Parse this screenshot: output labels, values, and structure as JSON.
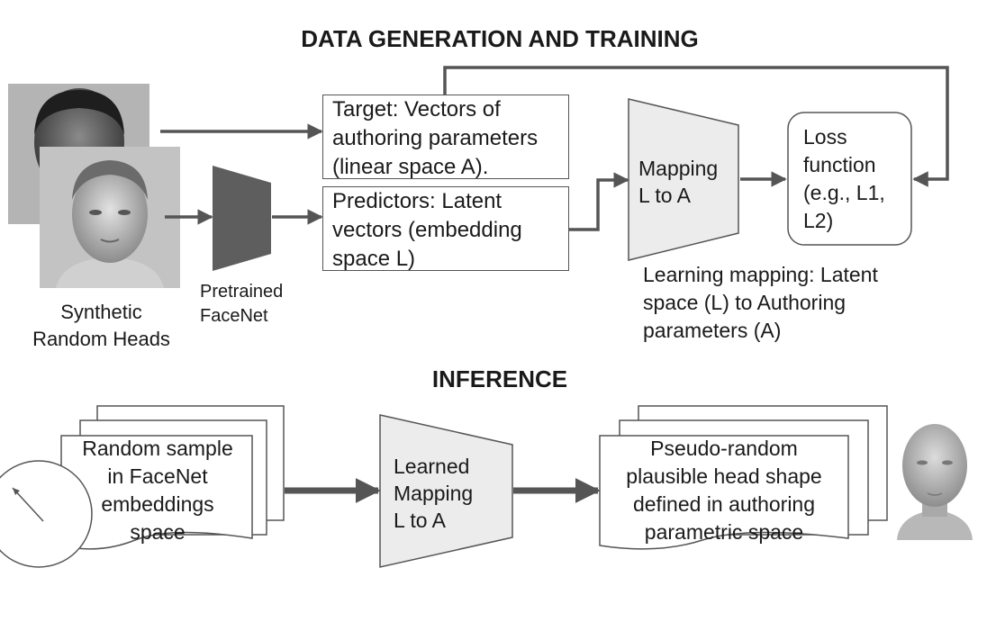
{
  "training": {
    "title": "DATA GENERATION AND TRAINING",
    "heads_caption": [
      "Synthetic",
      "Random Heads"
    ],
    "facenet_caption": [
      "Pretrained",
      "FaceNet"
    ],
    "target_box": [
      "Target: Vectors of",
      "authoring parameters",
      "(linear space A)."
    ],
    "predictors_box": [
      "Predictors: Latent",
      "vectors (embedding",
      "space L)"
    ],
    "mapping_block": [
      "Mapping",
      "L to A"
    ],
    "loss_box": [
      "Loss",
      "function",
      "(e.g., L1,",
      "L2)"
    ],
    "learning_caption": [
      "Learning mapping: Latent",
      "space (L) to Authoring",
      "parameters (A)"
    ]
  },
  "inference": {
    "title": "INFERENCE",
    "random_sample": [
      "Random sample",
      "in FaceNet",
      "embeddings",
      "space"
    ],
    "learned_mapping": [
      "Learned",
      "Mapping",
      "L to A"
    ],
    "output": [
      "Pseudo-random",
      "plausible head shape",
      "defined in authoring",
      "parametric space"
    ]
  },
  "colors": {
    "line": "#555555",
    "trap_dark": "#5e5e5e",
    "trap_light": "#ececec",
    "box_border": "#555555"
  }
}
